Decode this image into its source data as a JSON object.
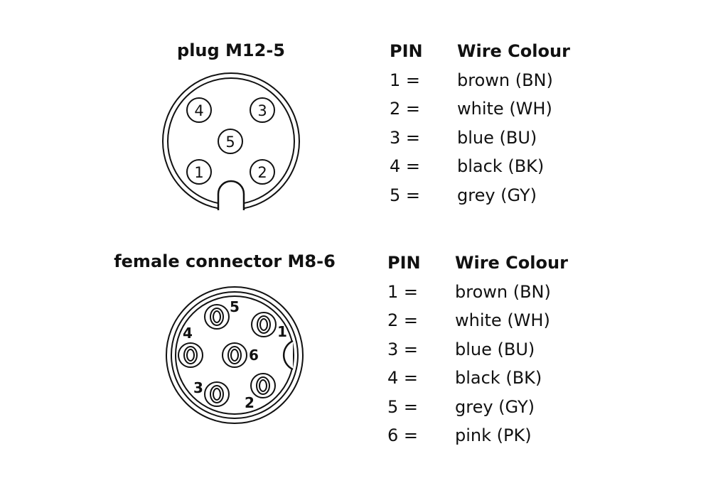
{
  "plug": {
    "title": "plug M12-5",
    "header": {
      "pin": "PIN",
      "colour": "Wire Colour"
    },
    "rows": [
      {
        "pin": "1 =",
        "colour": "brown (BN)"
      },
      {
        "pin": "2 =",
        "colour": "white (WH)"
      },
      {
        "pin": "3 =",
        "colour": "blue (BU)"
      },
      {
        "pin": "4 =",
        "colour": "black (BK)"
      },
      {
        "pin": "5 =",
        "colour": "grey (GY)"
      }
    ],
    "diagram_labels": [
      "1",
      "2",
      "3",
      "4",
      "5"
    ]
  },
  "female": {
    "title": "female connector M8-6",
    "header": {
      "pin": "PIN",
      "colour": "Wire Colour"
    },
    "rows": [
      {
        "pin": "1 =",
        "colour": "brown (BN)"
      },
      {
        "pin": "2 =",
        "colour": "white (WH)"
      },
      {
        "pin": "3 =",
        "colour": "blue (BU)"
      },
      {
        "pin": "4 =",
        "colour": "black (BK)"
      },
      {
        "pin": "5 =",
        "colour": "grey (GY)"
      },
      {
        "pin": "6 =",
        "colour": "pink (PK)"
      }
    ],
    "diagram_labels": [
      "1",
      "2",
      "3",
      "4",
      "5",
      "6"
    ]
  }
}
